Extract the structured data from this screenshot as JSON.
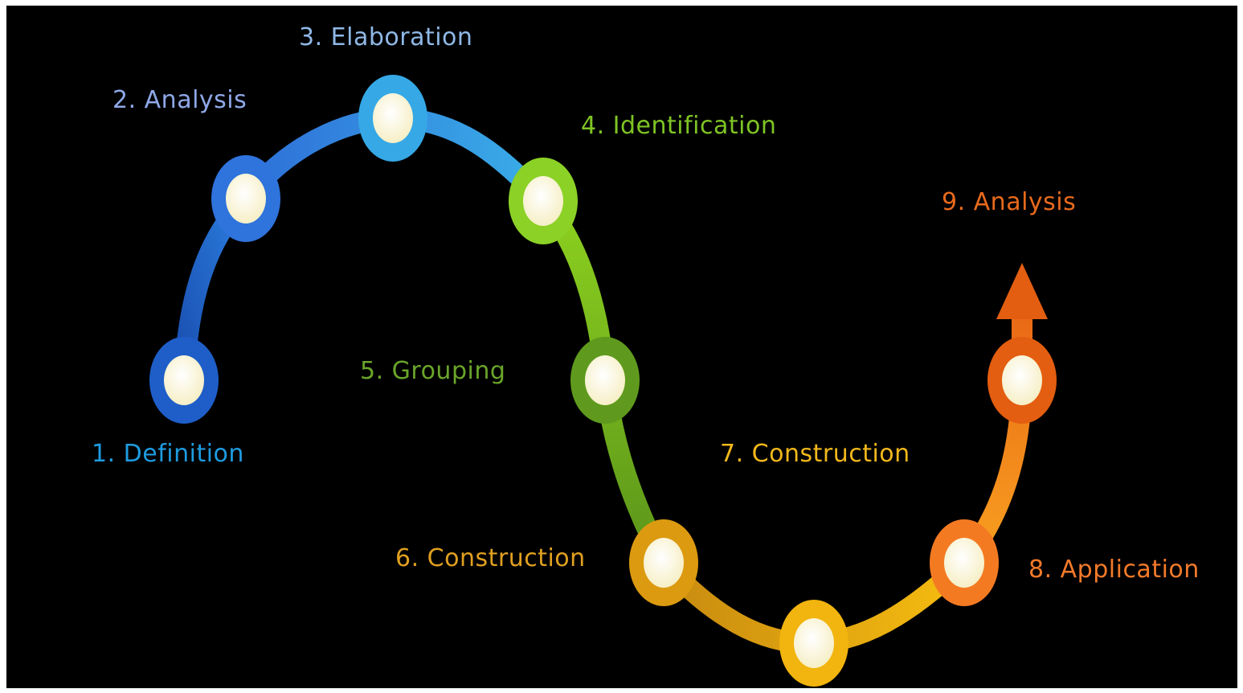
{
  "steps": [
    {
      "label": "1. Definition",
      "color": "#1e9be0",
      "ring": "#1f5ec8"
    },
    {
      "label": "2. Analysis",
      "color": "#8fa8e8",
      "ring": "#2f73dc"
    },
    {
      "label": "3. Elaboration",
      "color": "#8fb8e6",
      "ring": "#36a8e6"
    },
    {
      "label": "4. Identification",
      "color": "#7fc424",
      "ring": "#8bd126"
    },
    {
      "label": "5. Grouping",
      "color": "#6aa52a",
      "ring": "#5f9a1e"
    },
    {
      "label": "6. Construction",
      "color": "#e0a020",
      "ring": "#dc9a10"
    },
    {
      "label": "7. Construction",
      "color": "#f2b81c",
      "ring": "#f2b40e"
    },
    {
      "label": "8. Application",
      "color": "#f47a2a",
      "ring": "#f47a22"
    },
    {
      "label": "9. Analysis",
      "color": "#e86a1c",
      "ring": "#e35e10"
    }
  ],
  "colors": {
    "background": "#000000",
    "node_fill": "#fffbe0",
    "arrow": "#e35e10"
  }
}
